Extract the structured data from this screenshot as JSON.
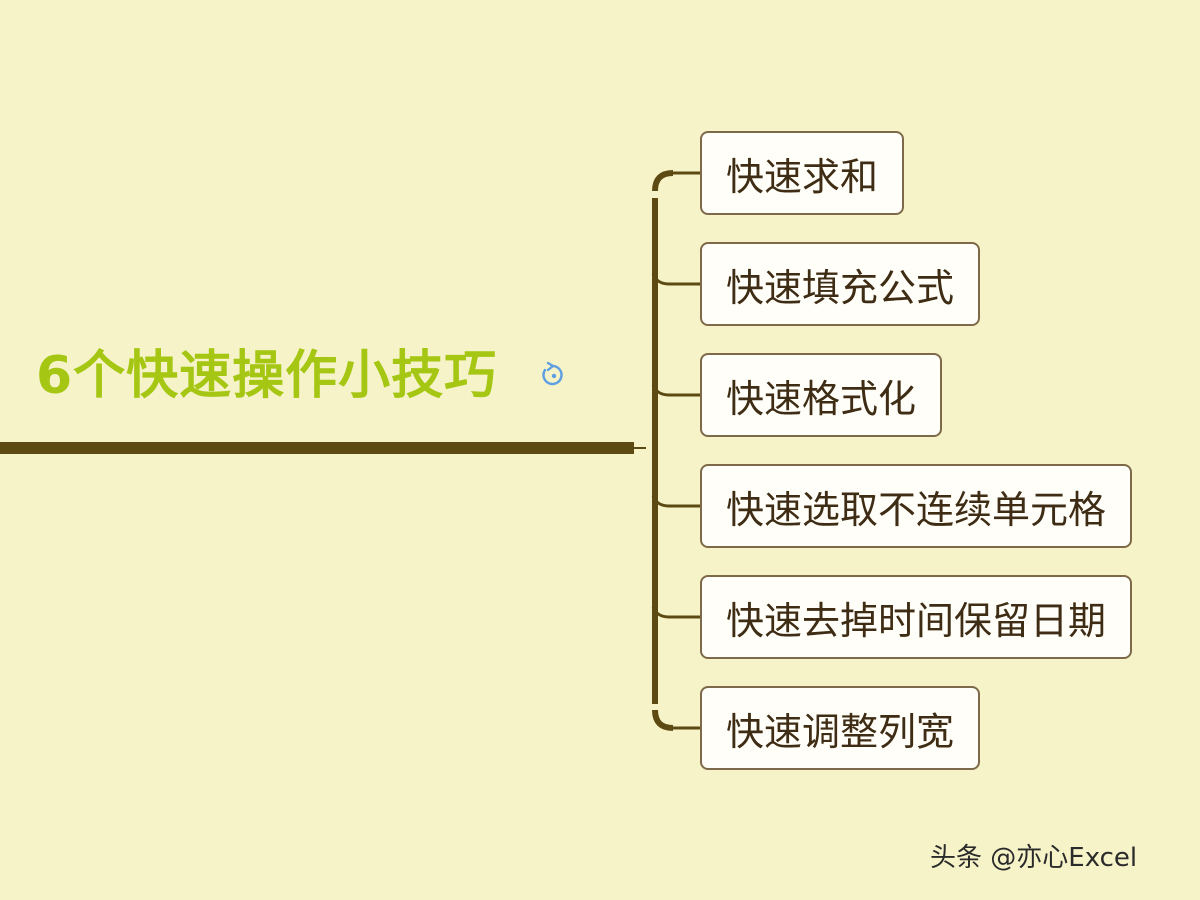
{
  "central_topic": {
    "label": "6个快速操作小技巧",
    "color": "#a5c613",
    "icon": "link-back-icon"
  },
  "topics": [
    {
      "label": "快速求和"
    },
    {
      "label": "快速填充公式"
    },
    {
      "label": "快速格式化"
    },
    {
      "label": "快速选取不连续单元格"
    },
    {
      "label": "快速去掉时间保留日期"
    },
    {
      "label": "快速调整列宽"
    }
  ],
  "colors": {
    "background": "#f6f3c8",
    "branch": "#5c4a12",
    "topic_border": "#7e6a4a",
    "topic_fill": "#fffef8",
    "topic_text": "#3e2c14"
  },
  "watermark": "头条 @亦心Excel"
}
